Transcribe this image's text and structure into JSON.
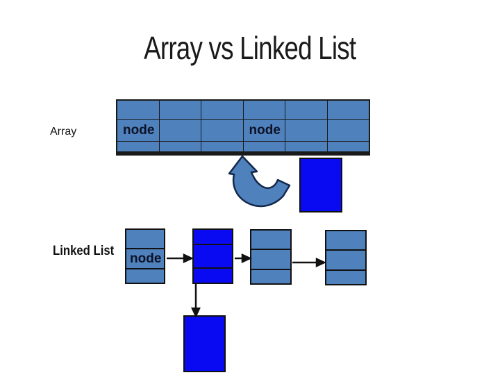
{
  "title": "Array vs Linked List",
  "array_section": {
    "label": "Array",
    "grid": {
      "rows": 3,
      "cols": 6,
      "node_cell_1": "node",
      "node_cell_2": "node"
    }
  },
  "linked_list_section": {
    "label": "Linked List",
    "first_node_label": "node",
    "node_count": 4,
    "highlighted_node_index": 1
  },
  "colors": {
    "cell_blue": "#4f81bd",
    "insert_blue": "#0a0af2",
    "arrow_outline": "#13284a",
    "line_black": "#111111",
    "title_color": "#1a1a1a",
    "background": "#ffffff"
  }
}
